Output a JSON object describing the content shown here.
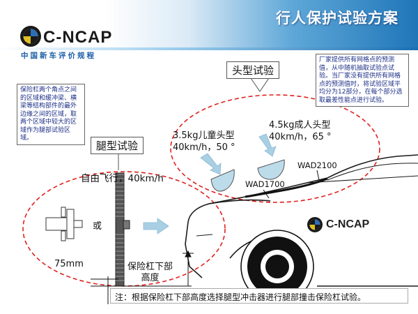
{
  "header": {
    "title": "行人保护试验方案",
    "logo_text": "C-NCAP",
    "logo_subtitle": "中国新车评价规程"
  },
  "notes": {
    "left": "保险杠两个角点之间的区域和缓冲梁、横梁等结构部件的最外边缘之间的区域，取两个区域中较大的区域作为腿部试验区域。",
    "right": "厂家提供所有网格点的预测值，从中随机抽取试验点试验。当厂家没有提供所有网格点的预测值时，将试验区域平均分为12部分，在每个部分选取最差性能点进行试验。"
  },
  "labels": {
    "head_test": "头型试验",
    "leg_test": "腿型试验",
    "child_head_mass": "3.5kg儿童头型",
    "child_head_speed": "40km/h，50 °",
    "adult_head_mass": "4.5kg成人头型",
    "adult_head_speed": "40km/h，65 °",
    "free_flight": "自由飞行，40km/h",
    "or": "或",
    "wad1700": "WAD1700",
    "wad2100": "WAD2100",
    "height_75mm": "75mm",
    "bumper_height_line1": "保险杠下部",
    "bumper_height_line2": "高度",
    "car_logo": "C-NCAP"
  },
  "footnote": "注：根据保险杠下部高度选择腿型冲击器进行腿部撞击保险杠试验。",
  "colors": {
    "header_blue": "#1f76b8",
    "ellipse_red": "#e0201e",
    "note_text": "#1c2f86",
    "arrow_blue": "#a9cfe4"
  },
  "icons": [
    "c-ncap-logo-icon",
    "head-impactor-icon",
    "leg-impactor-icon",
    "car-outline-icon",
    "wheel-icon"
  ]
}
